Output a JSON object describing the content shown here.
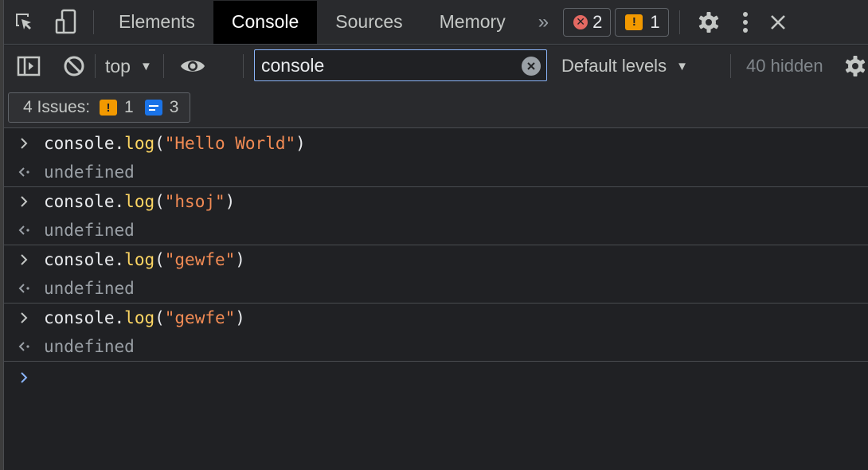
{
  "tabs": {
    "elements": "Elements",
    "console": "Console",
    "sources": "Sources",
    "memory": "Memory",
    "more": "»"
  },
  "badges": {
    "errors": "2",
    "warnings": "1"
  },
  "toolbar": {
    "context": "top",
    "filter_value": "console",
    "levels": "Default levels",
    "hidden": "40 hidden"
  },
  "issues": {
    "label": "4 Issues:",
    "warn_count": "1",
    "info_count": "3"
  },
  "messages": [
    {
      "obj": "console",
      "dot": ".",
      "fn": "log",
      "open": "(",
      "arg": "\"Hello World\"",
      "close": ")",
      "result": "undefined"
    },
    {
      "obj": "console",
      "dot": ".",
      "fn": "log",
      "open": "(",
      "arg": "\"hsoj\"",
      "close": ")",
      "result": "undefined"
    },
    {
      "obj": "console",
      "dot": ".",
      "fn": "log",
      "open": "(",
      "arg": "\"gewfe\"",
      "close": ")",
      "result": "undefined"
    },
    {
      "obj": "console",
      "dot": ".",
      "fn": "log",
      "open": "(",
      "arg": "\"gewfe\"",
      "close": ")",
      "result": "undefined"
    }
  ],
  "colors": {
    "accent": "#8ab4f8",
    "error": "#e46962",
    "warning": "#f29900",
    "info": "#1a73e8",
    "string": "#f28b54",
    "function": "#fdd663"
  }
}
